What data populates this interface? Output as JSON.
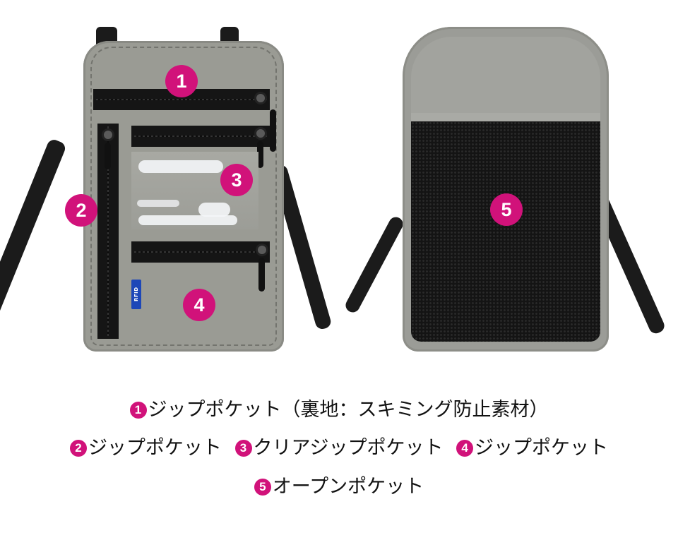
{
  "colors": {
    "badge": "#d1127a",
    "fabric": "#9a9b94",
    "zipper": "#151515",
    "mesh": "#141414",
    "rfid": "#1d47b8"
  },
  "front_view": {
    "rfid_label": "RFID",
    "badges": [
      {
        "number": "1",
        "pocket": "zip-pocket-top"
      },
      {
        "number": "2",
        "pocket": "zip-pocket-side"
      },
      {
        "number": "3",
        "pocket": "clear-zip-pocket"
      },
      {
        "number": "4",
        "pocket": "zip-pocket-bottom"
      }
    ]
  },
  "back_view": {
    "badges": [
      {
        "number": "5",
        "pocket": "open-pocket"
      }
    ]
  },
  "legend": {
    "line1": [
      {
        "number": "1",
        "label": "ジップポケット（裏地：スキミング防止素材）"
      }
    ],
    "line2": [
      {
        "number": "2",
        "label": "ジップポケット"
      },
      {
        "number": "3",
        "label": "クリアジップポケット"
      },
      {
        "number": "4",
        "label": "ジップポケット"
      }
    ],
    "line3": [
      {
        "number": "5",
        "label": "オープンポケット"
      }
    ]
  }
}
